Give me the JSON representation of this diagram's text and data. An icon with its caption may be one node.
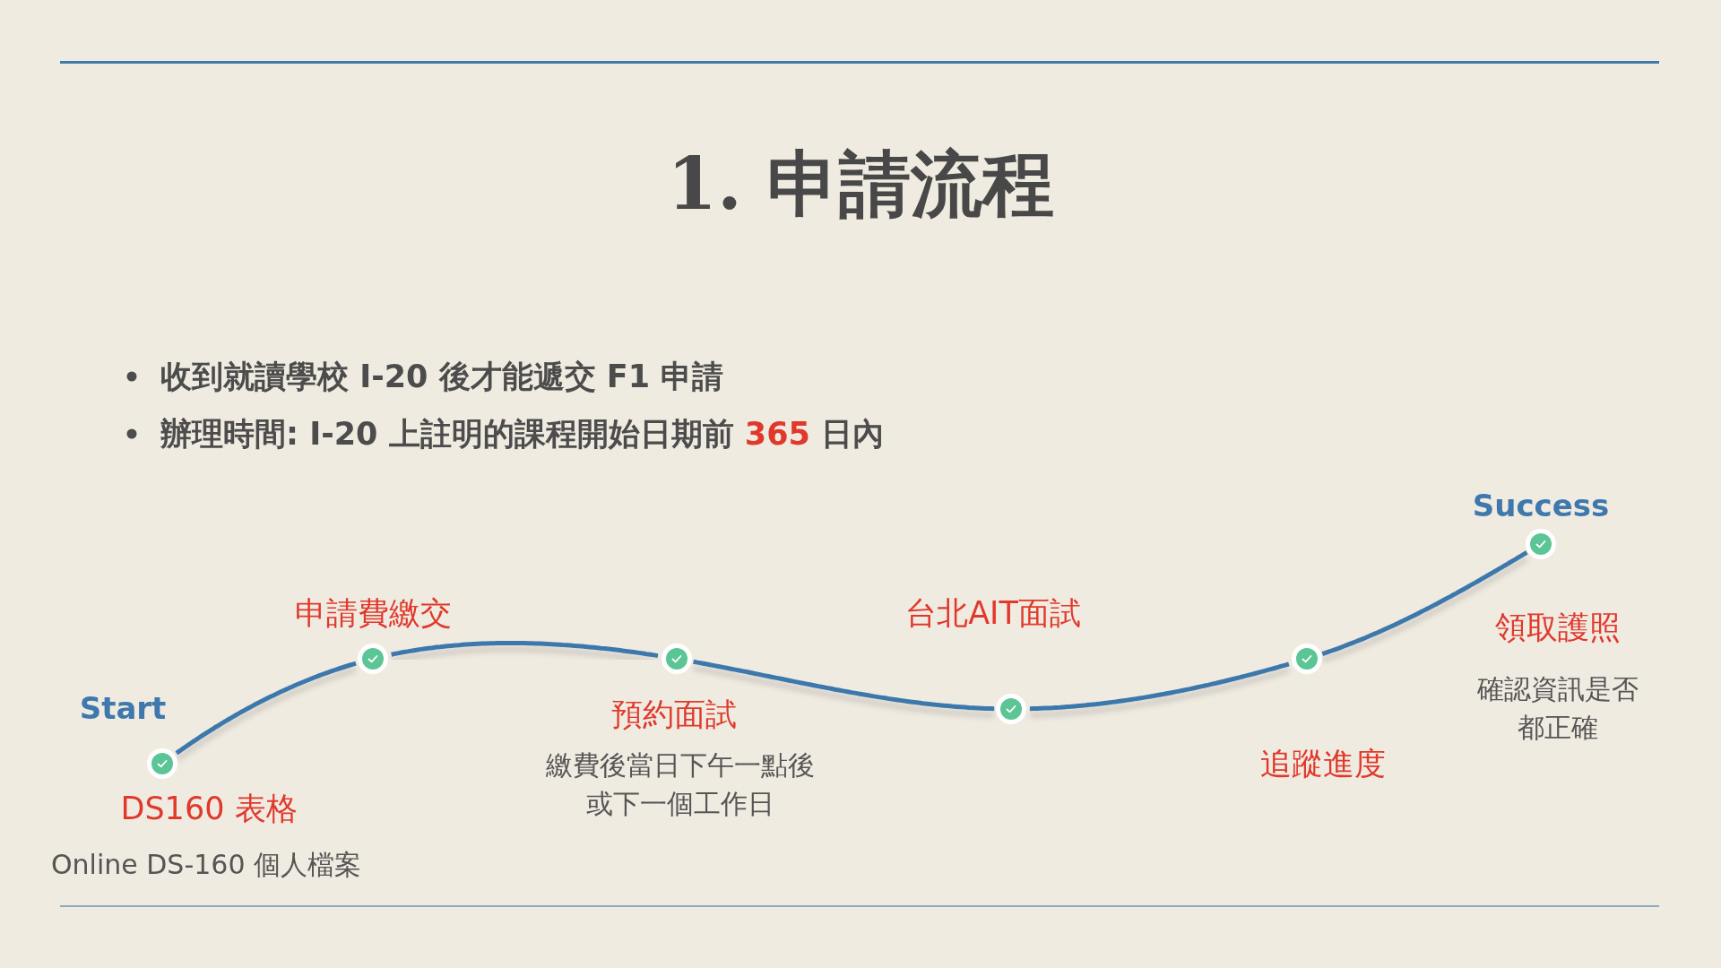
{
  "diagram": {
    "title": "1. 申請流程",
    "nodes": [
      {
        "text": [],
        "shape": "circle",
        "beside": [
          "Start",
          "DS160 表格",
          "Online DS-160 個人檔案"
        ]
      },
      {
        "text": [],
        "shape": "circle",
        "beside": [
          "申請費繳交"
        ]
      },
      {
        "text": [],
        "shape": "circle",
        "beside": [
          "預約面試",
          "繳費後當日下午一點後或下一個工作日"
        ]
      },
      {
        "text": [],
        "shape": "circle",
        "beside": [
          "台北AIT面試"
        ]
      },
      {
        "text": [],
        "shape": "circle",
        "beside": [
          "追蹤進度"
        ]
      },
      {
        "text": [],
        "shape": "circle",
        "beside": [
          "Success",
          "領取護照",
          "確認資訊是否都正確"
        ]
      }
    ],
    "edges": [
      {
        "from": 0,
        "to": 1,
        "arrow": "none"
      },
      {
        "from": 1,
        "to": 2,
        "arrow": "none"
      },
      {
        "from": 2,
        "to": 3,
        "arrow": "none"
      },
      {
        "from": 3,
        "to": 4,
        "arrow": "none"
      },
      {
        "from": 4,
        "to": 5,
        "arrow": "none"
      }
    ],
    "labels": [
      "收到就讀學校 I-20 後才能遞交 F1 申請",
      "辦理時間: I-20 上註明的課程開始日期前 **365** 日內"
    ]
  }
}
